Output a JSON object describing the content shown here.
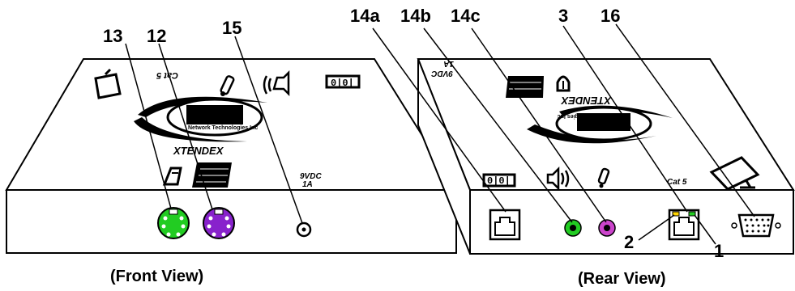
{
  "callouts": {
    "c13": "13",
    "c12": "12",
    "c15": "15",
    "c14a": "14a",
    "c14b": "14b",
    "c14c": "14c",
    "c3": "3",
    "c16": "16",
    "c2": "2",
    "c1": "1"
  },
  "captions": {
    "front": "(Front View)",
    "rear": "(Rear View)"
  },
  "labels": {
    "front_brand": "XTENDEX",
    "front_cat5": "Cat 5",
    "front_power": "9VDC",
    "front_power_amp": "1A",
    "front_logo": "Network Technologies Inc",
    "rear_brand": "XTENDEX",
    "rear_power": "9VDC",
    "rear_power_amp": "1A",
    "rear_cat5": "Cat 5",
    "rear_logo": "Network Technologies Inc"
  },
  "colors": {
    "ps2_keyboard": "#22cc22",
    "ps2_mouse": "#8822cc",
    "audio_out": "#22cc22",
    "mic_in": "#cc44cc",
    "led": "#ffd400"
  },
  "icons": [
    "monitor-icon",
    "speaker-icon",
    "microphone-icon",
    "serial-icon",
    "keyboard-icon",
    "mouse-icon"
  ]
}
